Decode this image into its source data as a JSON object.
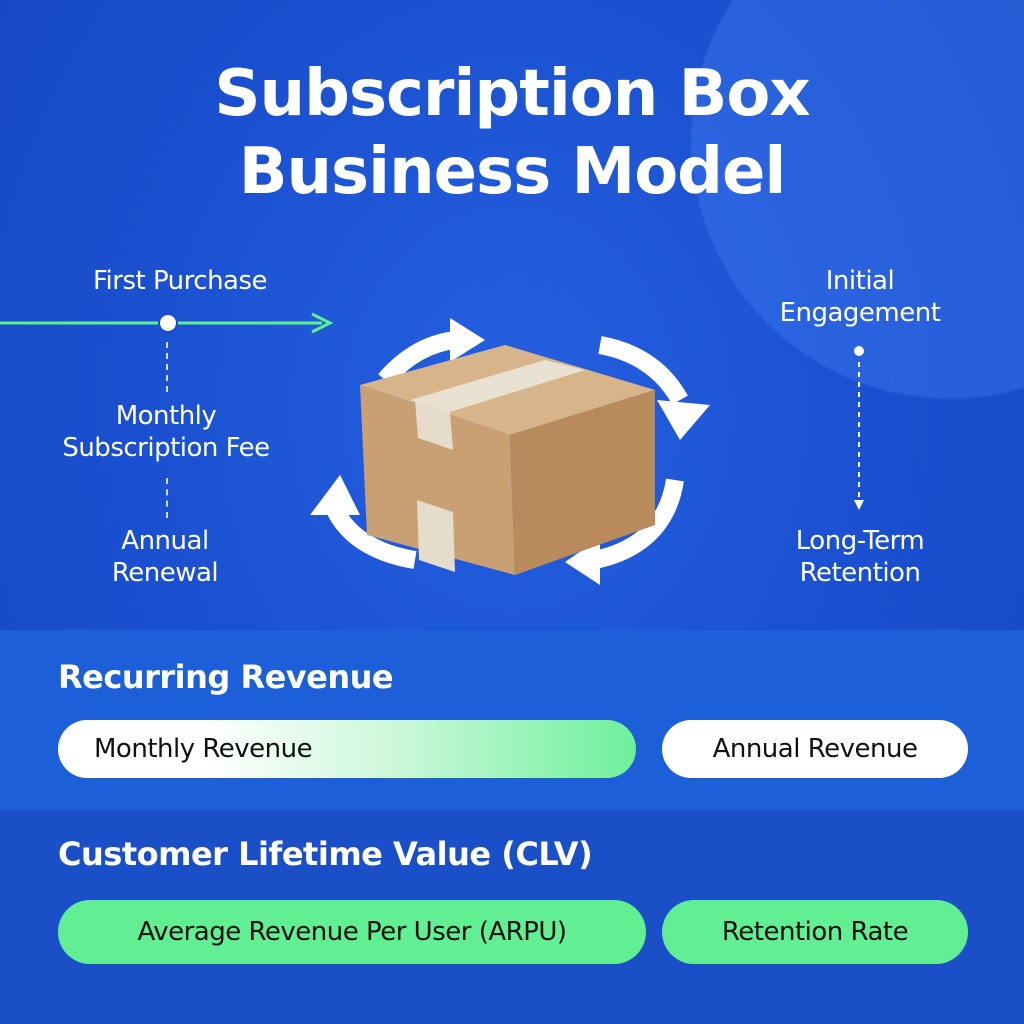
{
  "title": {
    "line1": "Subscription Box",
    "line2": "Business Model"
  },
  "left_flow": {
    "first": "First Purchase",
    "monthly_line1": "Monthly",
    "monthly_line2": "Subscription Fee",
    "annual_line1": "Annual",
    "annual_line2": "Renewal"
  },
  "right_flow": {
    "initial_line1": "Initial",
    "initial_line2": "Engagement",
    "long_line1": "Long-Term",
    "long_line2": "Retention"
  },
  "recurring": {
    "heading": "Recurring Revenue",
    "items": [
      "Monthly Revenue",
      "Annual Revenue"
    ]
  },
  "clv": {
    "heading": "Customer Lifetime Value (CLV)",
    "items": [
      "Average Revenue Per User (ARPU)",
      "Retention Rate"
    ]
  },
  "colors": {
    "accent_green": "#5ef08f",
    "background": "#1a4dcc"
  }
}
